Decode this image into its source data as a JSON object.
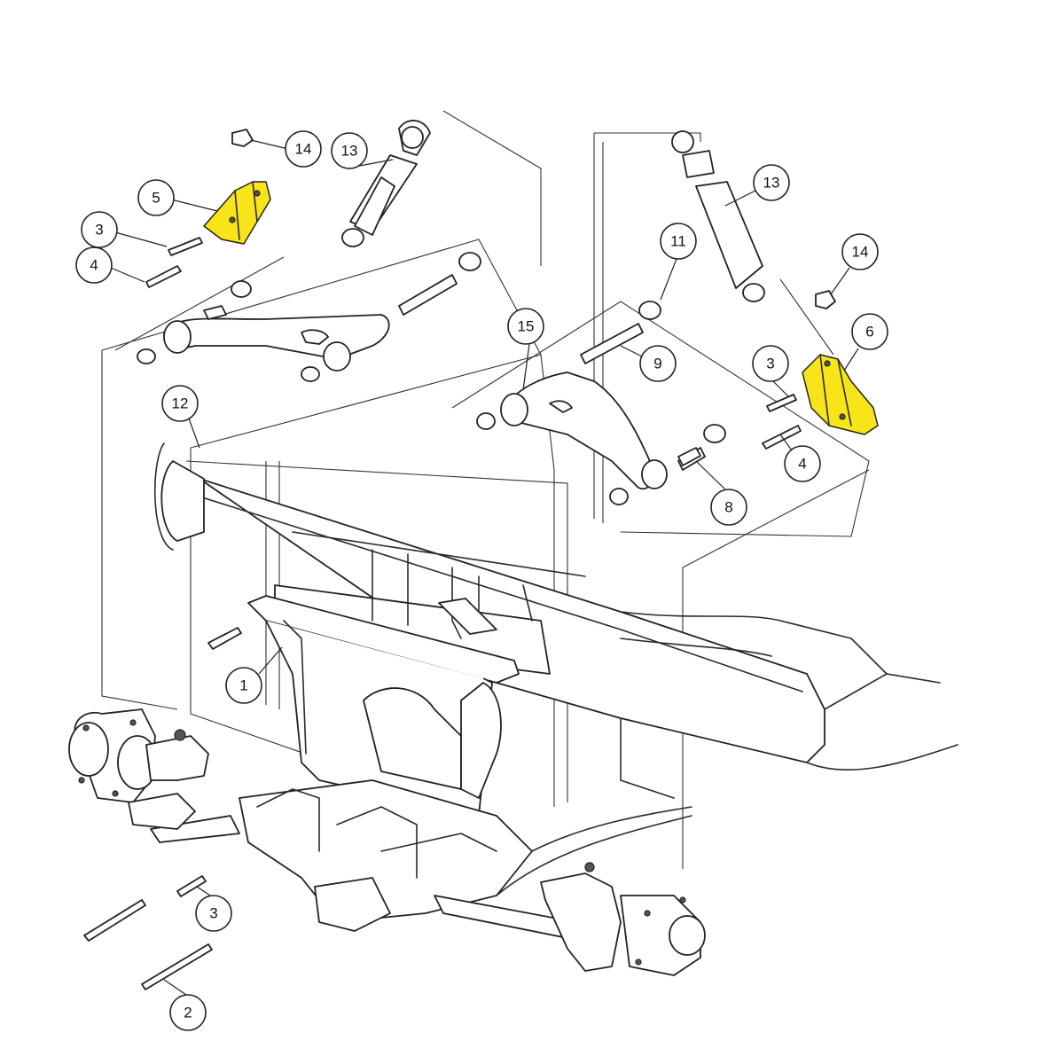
{
  "highlight_color": "#f7e51a",
  "callouts": [
    {
      "label": "14"
    },
    {
      "label": "13"
    },
    {
      "label": "5"
    },
    {
      "label": "3"
    },
    {
      "label": "4"
    },
    {
      "label": "13"
    },
    {
      "label": "11"
    },
    {
      "label": "14"
    },
    {
      "label": "6"
    },
    {
      "label": "15"
    },
    {
      "label": "9"
    },
    {
      "label": "3"
    },
    {
      "label": "12"
    },
    {
      "label": "4"
    },
    {
      "label": "8"
    },
    {
      "label": "1"
    },
    {
      "label": "3"
    },
    {
      "label": "2"
    }
  ]
}
